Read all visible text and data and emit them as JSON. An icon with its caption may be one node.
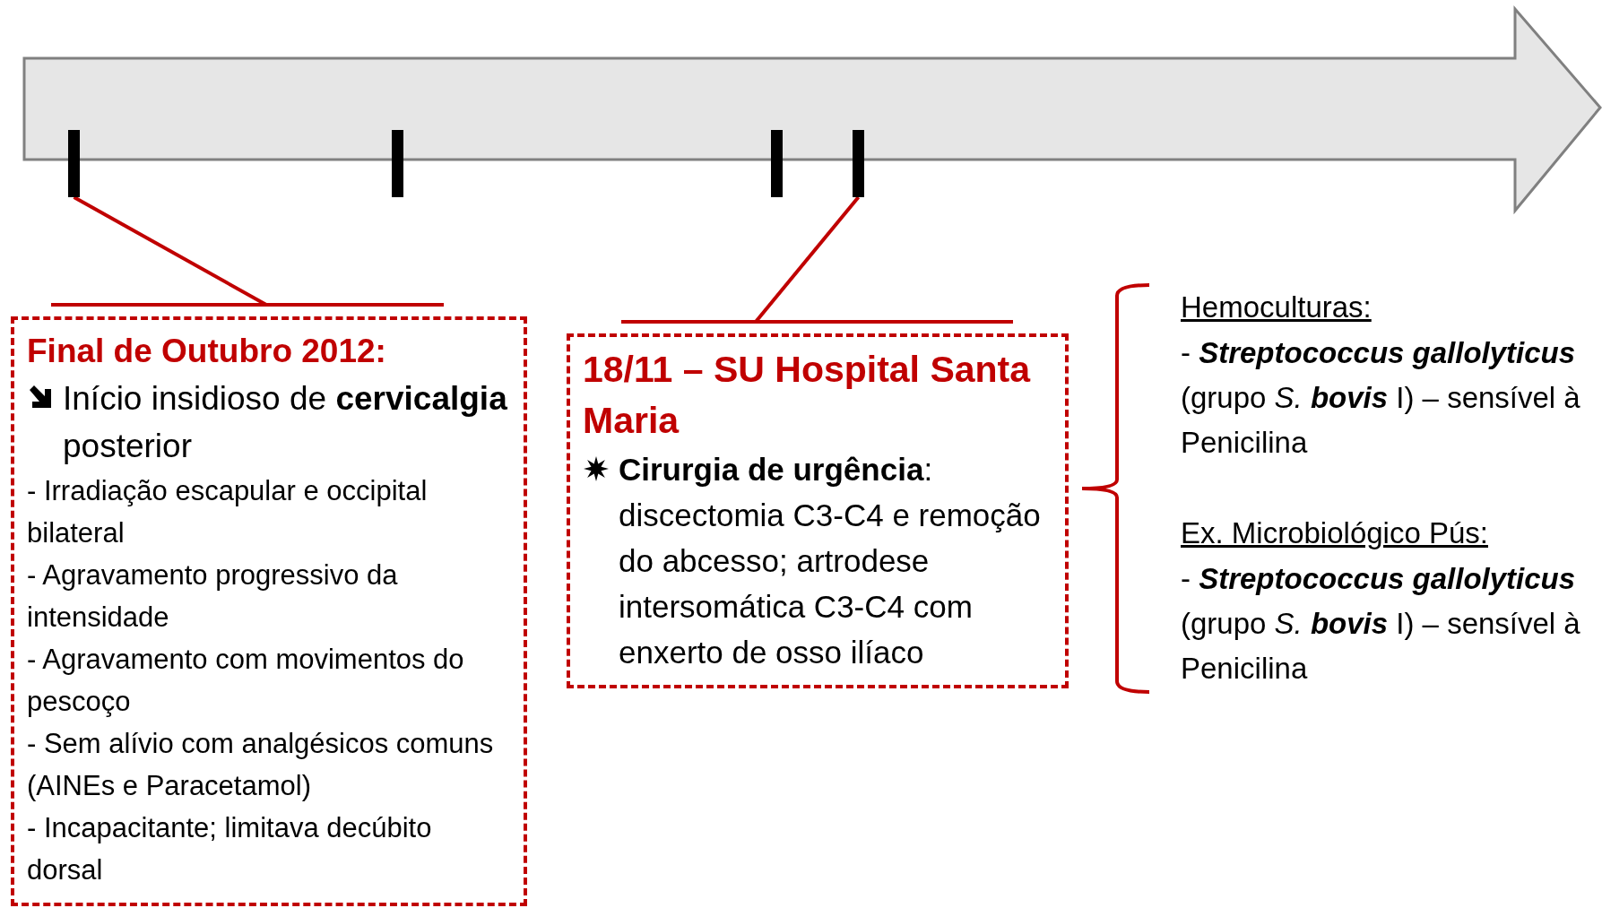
{
  "diagram": {
    "nodes": [
      {
        "text": [],
        "shape": "bar"
      },
      {
        "text": [],
        "shape": "bar"
      },
      {
        "text": [],
        "shape": "bar"
      },
      {
        "text": [],
        "shape": "bar"
      },
      {
        "text": [
          "Final de Outubro 2012:",
          "Início insidioso de **cervicalgia** posterior",
          "- Irradiação escapular  e occipital bilateral",
          "- Agravamento progressivo da intensidade",
          "- Agravamento com movimentos do pescoço",
          "- Sem alívio com analgésicos comuns (AINEs e Paracetamol)",
          "- Incapacitante; limitava decúbito dorsal"
        ]
      },
      {
        "text": [
          "18/11 – SU Hospital Santa Maria",
          "**Cirurgia de urgência**: discectomia C3-C4 e remoção do abcesso; artrodese intersomática C3-C4 com enxerto de osso ilíaco"
        ]
      }
    ],
    "edges": [
      {
        "from": 0,
        "to": 4,
        "arrow": "none"
      },
      {
        "from": 3,
        "to": 5,
        "arrow": "none"
      }
    ],
    "labels": [
      "Hemoculturas:",
      "- **Streptococcus gallolyticus** (grupo *S.* **bovis** I) – sensível à Penicilina",
      "Ex. Microbiológico Pús:",
      "- **Streptococcus gallolyticus** (grupo *S.* **bovis** I) – sensível à Penicilina"
    ]
  }
}
